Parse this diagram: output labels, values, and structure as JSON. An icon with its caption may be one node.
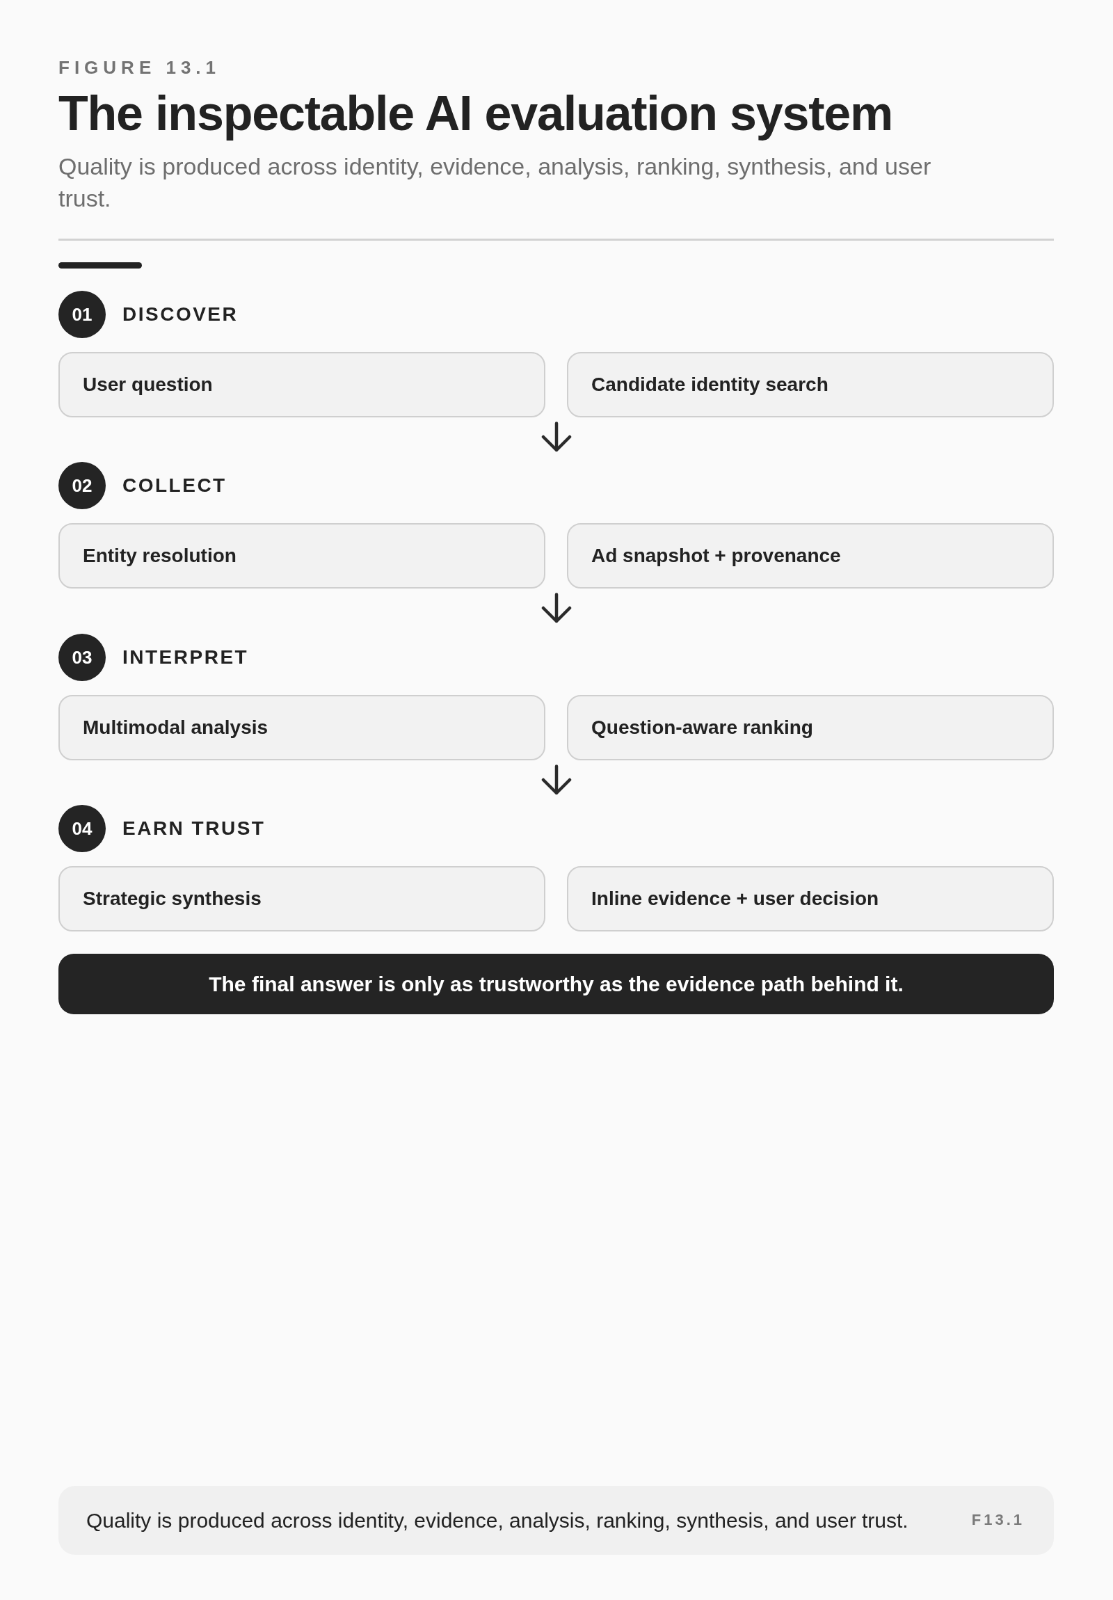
{
  "diagram": {
    "title": "The inspectable AI evaluation system",
    "nodes": [
      {
        "text": [
          "01"
        ],
        "beside": [
          "DISCOVER"
        ]
      },
      {
        "text": [
          "User question"
        ]
      },
      {
        "text": [
          "Candidate identity search"
        ]
      },
      {
        "text": [
          "02"
        ],
        "beside": [
          "COLLECT"
        ]
      },
      {
        "text": [
          "Entity resolution"
        ]
      },
      {
        "text": [
          "Ad snapshot + provenance"
        ]
      },
      {
        "text": [
          "03"
        ],
        "beside": [
          "INTERPRET"
        ]
      },
      {
        "text": [
          "Multimodal analysis"
        ]
      },
      {
        "text": [
          "Question-aware ranking"
        ]
      },
      {
        "text": [
          "04"
        ],
        "beside": [
          "EARN TRUST"
        ]
      },
      {
        "text": [
          "Strategic synthesis"
        ]
      },
      {
        "text": [
          "Inline evidence + user decision"
        ]
      },
      {
        "text": [
          "The final answer is only as trustworthy as the evidence path behind it."
        ]
      },
      {
        "text": [
          "Quality is produced across identity, evidence, analysis, ranking, synthesis, and user trust.",
          "F13.1"
        ]
      }
    ],
    "labels": [
      "FIGURE 13.1",
      "Quality is produced across identity, evidence, analysis, ranking, synthesis, and user trust."
    ]
  }
}
